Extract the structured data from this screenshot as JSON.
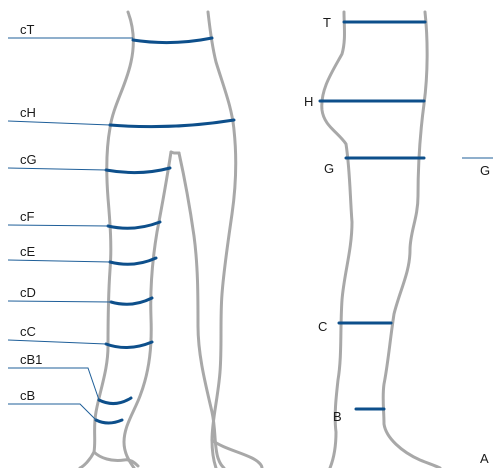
{
  "colors": {
    "measure": "#0d4f8b",
    "leader": "#1f5f99",
    "outline": "#a8a8a8",
    "text": "#1a1a1a"
  },
  "front_view": {
    "labels": {
      "cT": "cT",
      "cH": "cH",
      "cG": "cG",
      "cF": "cF",
      "cE": "cE",
      "cD": "cD",
      "cC": "cC",
      "cB1": "cB1",
      "cB": "cB"
    }
  },
  "side_view": {
    "labels": {
      "T": "T",
      "H": "H",
      "G": "G",
      "C": "C",
      "B": "B"
    },
    "right_marker": "G",
    "corner_label": "A"
  }
}
